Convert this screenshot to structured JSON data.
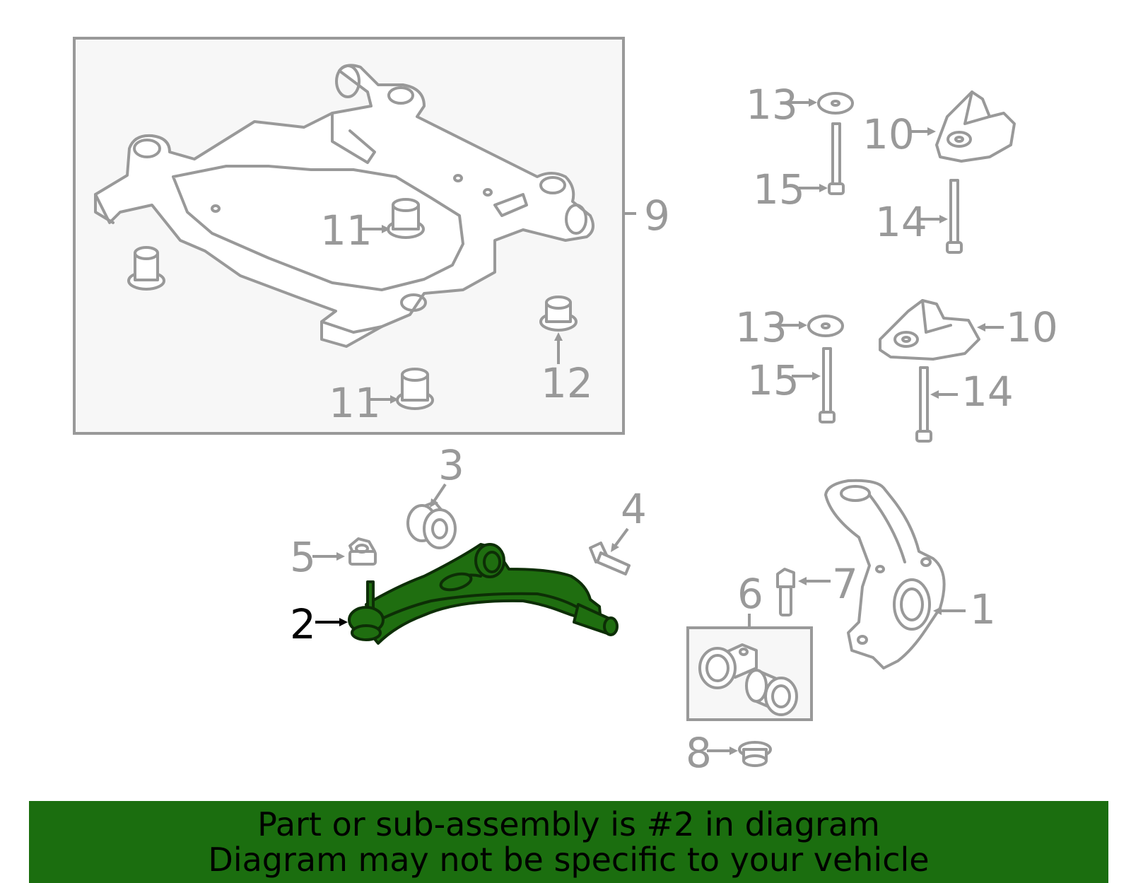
{
  "diagram": {
    "callouts": {
      "c1": "1",
      "c2": "2",
      "c3": "3",
      "c4": "4",
      "c5": "5",
      "c6": "6",
      "c7": "7",
      "c8": "8",
      "c9": "9",
      "c10a": "10",
      "c10b": "10",
      "c11a": "11",
      "c11b": "11",
      "c12": "12",
      "c13a": "13",
      "c13b": "13",
      "c14a": "14",
      "c14b": "14",
      "c15a": "15",
      "c15b": "15"
    },
    "highlighted_part": "2",
    "colors": {
      "highlight_fill": "#1f6e10",
      "line_gray": "#999999",
      "banner_bg": "#1b6e0f"
    }
  },
  "banner": {
    "line1": "Part or sub-assembly is #2 in diagram",
    "line2": "Diagram may not be specific to your vehicle"
  }
}
